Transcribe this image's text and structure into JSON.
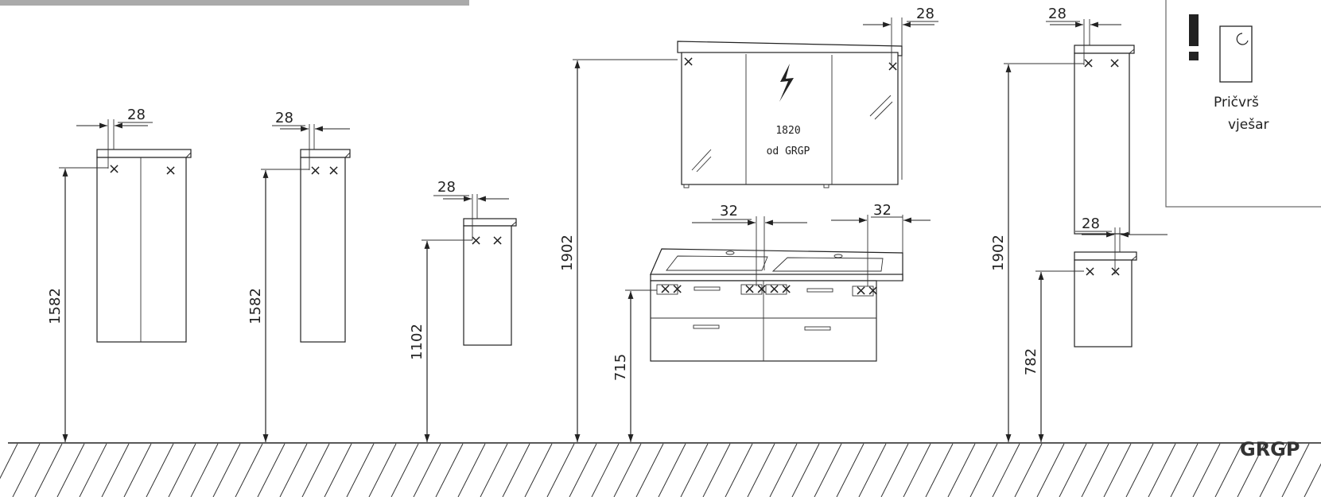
{
  "dimensions": {
    "gap": "28",
    "gap_basin": "32",
    "h_tall": "1582",
    "h_mid": "1102",
    "h_mirror": "1902",
    "h_basin": "715",
    "h_small": "782"
  },
  "mirror": {
    "height_text": "1820",
    "ref_text": "od GRGP",
    "icon": "lightning-icon"
  },
  "note": {
    "line1": "Pričvrš",
    "line2": "vješar",
    "icon": "exclamation-icon"
  },
  "floor_label": "GRGP",
  "colors": {
    "line": "#222222",
    "banner": "#aaaaaa"
  }
}
